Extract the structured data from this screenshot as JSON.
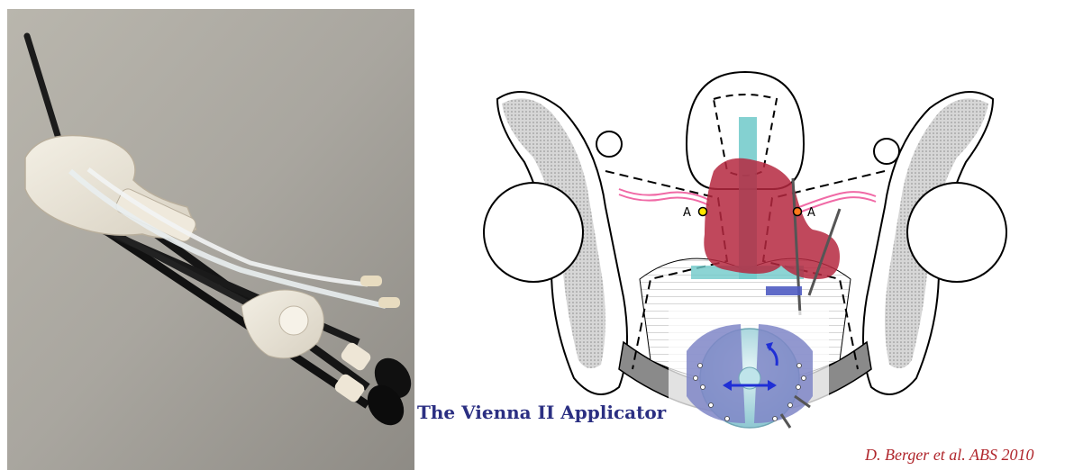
{
  "figure": {
    "title": "The Vienna II Applicator",
    "credit": "D. Berger et al. ABS 2010",
    "point_label_left": "A",
    "point_label_right": "A"
  },
  "colors": {
    "title": "#2b2f82",
    "credit": "#b0262c",
    "uterus": "#b5283f",
    "tandem": "#6fc9c9",
    "ring": "#7f86c7",
    "arrow": "#1f2fd6",
    "vessel": "#f06aa6",
    "point": "#ffe600"
  },
  "icons": {
    "photo": "applicator-photo",
    "diagram": "pelvis-schematic"
  }
}
